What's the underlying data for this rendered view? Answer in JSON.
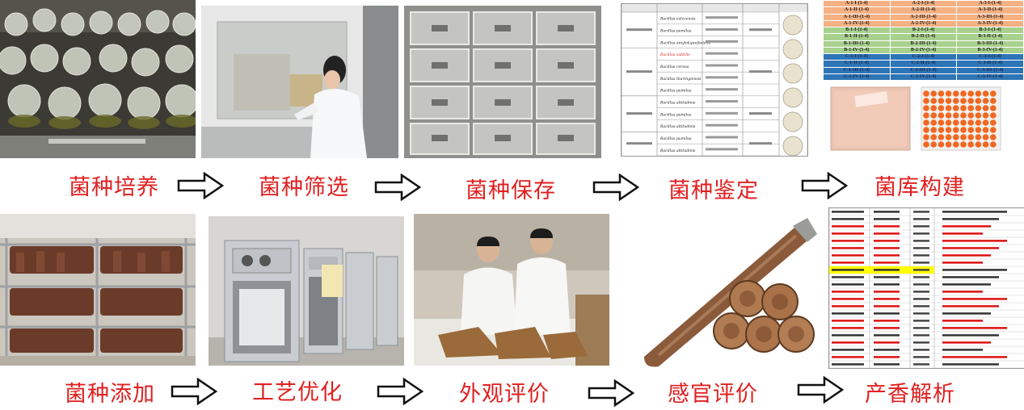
{
  "steps_row1": [
    {
      "label": "菌种培养"
    },
    {
      "label": "菌种筛选"
    },
    {
      "label": "菌种保存"
    },
    {
      "label": "菌种鉴定"
    },
    {
      "label": "菌库构建"
    }
  ],
  "steps_row2": [
    {
      "label": "菌种添加"
    },
    {
      "label": "工艺优化"
    },
    {
      "label": "外观评价"
    },
    {
      "label": "感官评价"
    },
    {
      "label": "产香解析"
    }
  ],
  "strain_grid": {
    "rows": [
      [
        "A-1-I-(1-4)",
        "A-2-I-(1-4)",
        "A-3-I-(1-4)"
      ],
      [
        "A-1-II-(1-4)",
        "A-2-II-(1-4)",
        "A-3-II-(1-4)"
      ],
      [
        "A-1-III-(1-4)",
        "A-2-III-(1-4)",
        "A-3-III-(1-4)"
      ],
      [
        "A-1-IV-(1-4)",
        "A-2-IV-(1-4)",
        "A-3-IV-(1-4)"
      ],
      [
        "B-1-I-(1-4)",
        "B-2-I-(1-4)",
        "B-3-I-(1-4)"
      ],
      [
        "B-1-II-(1-4)",
        "B-2-II-(1-4)",
        "B-3-II-(1-4)"
      ],
      [
        "B-1-III-(1-4)",
        "B-2-III-(1-4)",
        "B-3-III-(1-4)"
      ],
      [
        "B-1-IV-(1-4)",
        "B-2-IV-(1-4)",
        "B-3-IV-(1-4)"
      ],
      [
        "C-1-I-(1-4)",
        "C-2-I-(1-4)",
        "C-3-I-(1-4)"
      ],
      [
        "C-1-II-(1-4)",
        "C-2-II-(1-4)",
        "C-3-II-(1-4)"
      ],
      [
        "C-1-III-(1-4)",
        "C-2-III-(1-4)",
        "C-3-III-(1-4)"
      ],
      [
        "C-1-IV-(1-4)",
        "C-2-IV-(1-4)",
        "C-3-IV-(1-4)"
      ]
    ],
    "row_colors": [
      "#f4b183",
      "#f4b183",
      "#f4b183",
      "#f4b183",
      "#a9d18e",
      "#a9d18e",
      "#a9d18e",
      "#a9d18e",
      "#2e75b6",
      "#2e75b6",
      "#2e75b6",
      "#2e75b6"
    ]
  },
  "identification_table": {
    "genera": [
      "Bacillus velezensis",
      "Bacillus pumilus",
      "Bacillus amyloliquefaciens",
      "Bacillus subtilis",
      "Bacillus cereus",
      "Bacillus thuringiensis",
      "Bacillus pumilus",
      "Bacillus altitudinis",
      "Bacillus pumilus",
      "Bacillus altitudinis",
      "Bacillus pumilus",
      "Bacillus altitudinis"
    ]
  },
  "colors": {
    "label": "#e02020",
    "arrow_stroke": "#111111"
  }
}
